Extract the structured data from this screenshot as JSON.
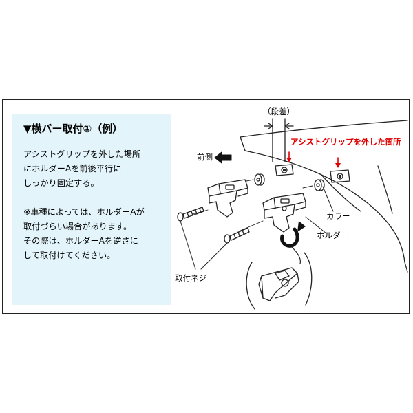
{
  "panel": {
    "title": "▼横バー取付①（例）",
    "lines": [
      "アシストグリップを外した場所",
      "にホルダーAを前後平行に",
      "しっかり固定する。",
      "",
      "※車種によっては、ホルダーAが",
      "取付づらい場合があります。",
      "その際は、ホルダーAを逆さに",
      "して取付けてください。"
    ]
  },
  "diagram": {
    "labels": {
      "step": "（段差）",
      "grip_removed": "アシストグリップを外した箇所",
      "front": "前側",
      "collar": "カラー",
      "holder": "ホルダー",
      "screw": "取付ネジ"
    },
    "colors": {
      "accent": "#e00000",
      "line": "#222222",
      "panel_bg": "#e3f5fb"
    }
  }
}
